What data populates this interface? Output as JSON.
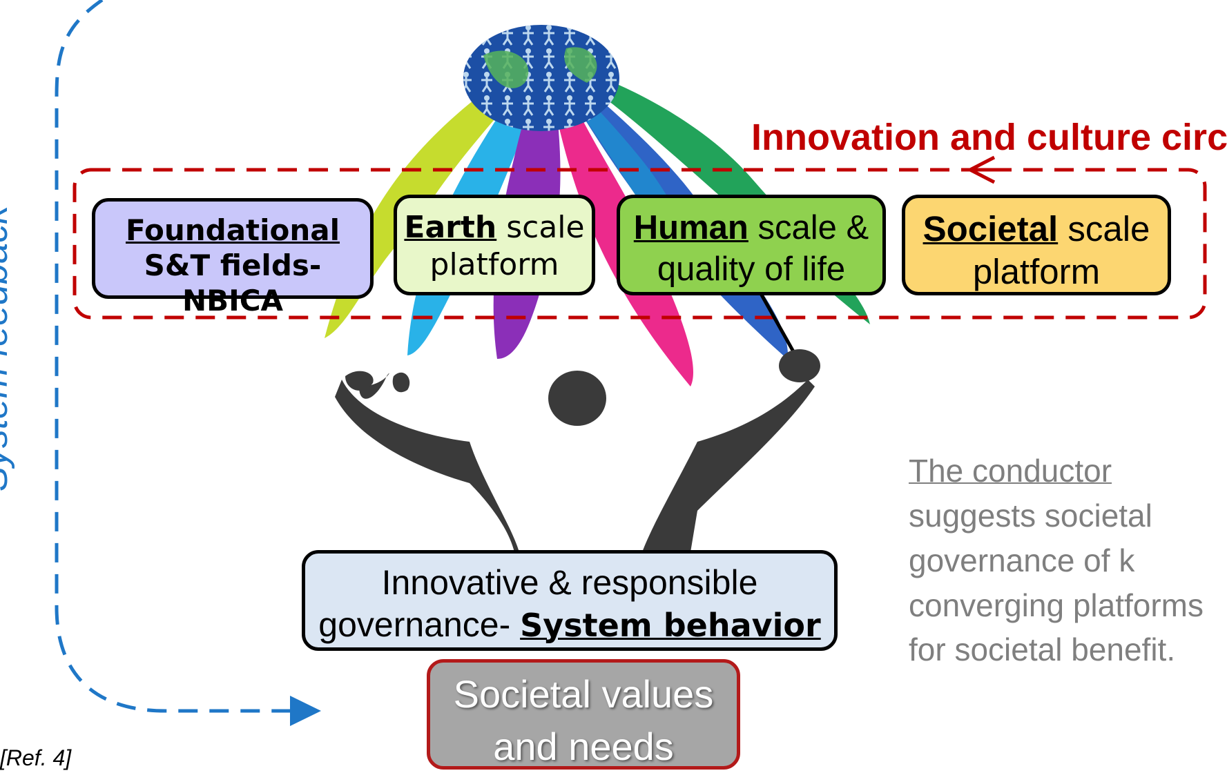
{
  "circuit_label": "Innovation and culture circuit",
  "feedback_label": "System feedback",
  "boxes": {
    "foundational": {
      "line1": "Foundational",
      "line2": "S&T fields-NBICA"
    },
    "earth": {
      "bold": "Earth",
      "rest": " scale",
      "line2": "platform"
    },
    "human": {
      "bold": "Human",
      "rest": " scale &",
      "line2": "quality of life"
    },
    "societal": {
      "bold": "Societal",
      "rest": " scale",
      "line2": "platform"
    },
    "governance": {
      "line1": "Innovative & responsible",
      "prefix": "governance- ",
      "bold": "System behavior"
    },
    "values": {
      "line1": "Societal values",
      "line2": "and needs"
    }
  },
  "caption": {
    "underlined": "The conductor ",
    "rest": "suggests societal governance of k converging platforms for societal benefit."
  },
  "reference": "[Ref. 4]",
  "colors": {
    "circuit_red": "#c00000",
    "feedback_blue": "#1f77c7",
    "foundational_fill": "#c9c7fa",
    "earth_fill": "#e8f7c9",
    "human_fill": "#8fd14f",
    "societal_fill": "#fcd671",
    "governance_fill": "#dbe6f3",
    "values_fill": "#a6a6a6"
  },
  "icons": [
    "globe-icon",
    "conductor-figure-icon",
    "baton-icon"
  ]
}
